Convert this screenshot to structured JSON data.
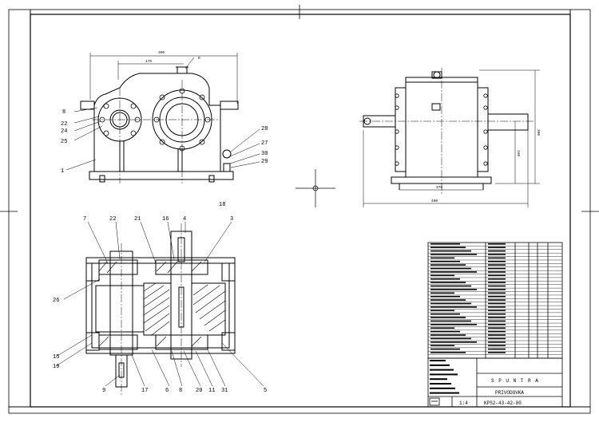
{
  "drawing": {
    "title": "PRIVODOVKA",
    "code": "KPS2-43-42-00",
    "company": "S P U N T R A",
    "scale": "1:4",
    "sheet": "18"
  },
  "front_view": {
    "dims": {
      "overall": "390",
      "partial": "170",
      "r": "R"
    },
    "leaders_left": [
      "8",
      "22",
      "24",
      "25",
      "1"
    ],
    "leaders_right": [
      "28",
      "27",
      "30",
      "29"
    ]
  },
  "side_view": {
    "dims": {
      "height": "300",
      "mid": "160",
      "base": "370",
      "width": "400"
    }
  },
  "section_view": {
    "top": [
      "7",
      "22",
      "21",
      "16",
      "4",
      "3"
    ],
    "left": [
      "26",
      "15",
      "19"
    ],
    "bottom": [
      "9",
      "17",
      "6",
      "8",
      "20",
      "11",
      "31",
      "5"
    ]
  },
  "parts_list": {
    "upper_rows": 18,
    "lower_rows": 15
  }
}
